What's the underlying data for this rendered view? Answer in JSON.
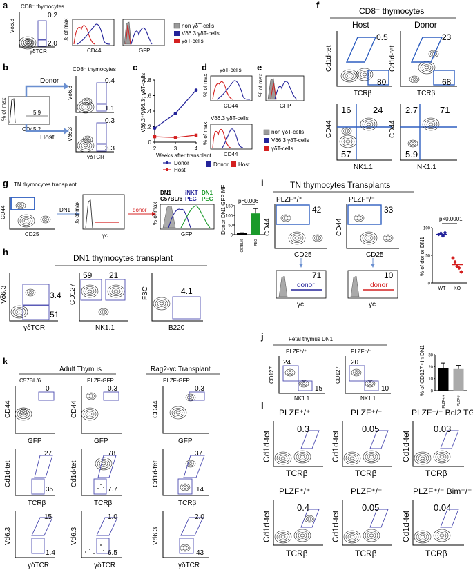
{
  "panels": {
    "a": {
      "letter": "a",
      "plot_title": "CD8⁻ thymocytes",
      "ylabel": "Vδ6.3",
      "xlabel": "γδTCR",
      "gate_values": [
        "0.2",
        "2.0"
      ],
      "hist_ylabel": "% of max",
      "hist_x": [
        "CD44",
        "GFP"
      ],
      "legend": [
        "non γδT-cells",
        "Vδ6.3 γδT-cells",
        "γδT-cells"
      ]
    },
    "b": {
      "letter": "b",
      "title": "CD8⁻ thymocytes",
      "donor": "Donor",
      "host": "Host",
      "hist_ylabel": "% of max",
      "hist_xlabel": "CD45.2",
      "hist_gate": "5.9",
      "ylabel": "Vδ6.3",
      "xlabel": "γδTCR",
      "donor_values": [
        "0.4",
        "1.1"
      ],
      "host_values": [
        "0.3",
        "3.3"
      ]
    },
    "c": {
      "letter": "c",
      "ylabel": "Vδ6.3⁺/Vδ6.3⁻ γδT-cells",
      "xlabel": "Weeks after transplant",
      "legend": [
        "Donor",
        "Host"
      ]
    },
    "d": {
      "letter": "d",
      "title_top": "γδT-cells",
      "title_bottom": "Vδ6.3 γδT-cells",
      "ylabel": "% of max",
      "xlabel": "CD44",
      "legend": [
        "Donor",
        "Host"
      ]
    },
    "e": {
      "letter": "e",
      "ylabel": "% of max",
      "xlabel": "GFP",
      "legend": [
        "non γδT-cells",
        "Vδ6.3 γδT-cells",
        "γδT-cells"
      ]
    },
    "f": {
      "letter": "f",
      "title": "CD8⁻ thymocytes",
      "cols": [
        "Host",
        "Donor"
      ],
      "top_y": "Cd1d-tet",
      "top_x": "TCRβ",
      "bottom_y": "CD44",
      "bottom_x": "NK1.1",
      "host_top": [
        "0.5",
        "80"
      ],
      "donor_top": [
        "23",
        "68"
      ],
      "host_quad": [
        "16",
        "24",
        "57"
      ],
      "donor_quad": [
        "2.7",
        "71",
        "5.9"
      ]
    },
    "g": {
      "letter": "g",
      "title": "TN thymocytes transplant",
      "ylabel": "CD44",
      "xlabel": "CD25",
      "dn1": "DN1",
      "hist_ylabel": "% of max",
      "hist_xlabel": "γc",
      "donor": "donor",
      "hist2_labels": [
        "DN1",
        "C57BL/6",
        "iNKT",
        "PEG",
        "DN1",
        "PEG"
      ],
      "hist2_xlabel": "GFP",
      "bar_ylabel": "Donor DN1 GFP MFI",
      "bar_pvalue": "p=0.006"
    },
    "h": {
      "letter": "h",
      "title": "DN1 thymocytes transplant",
      "p1": {
        "y": "Vδ6.3",
        "x": "γδTCR",
        "vals": [
          "3.4",
          "51"
        ]
      },
      "p2": {
        "y": "CD127",
        "x": "NK1.1",
        "vals": [
          "59",
          "21"
        ]
      },
      "p3": {
        "y": "FSC",
        "x": "B220",
        "vals": [
          "4.1"
        ]
      }
    },
    "i": {
      "letter": "i",
      "title": "TN thymocytes Transplants",
      "cols": [
        "PLZF⁺/⁺",
        "PLZF⁻/⁻"
      ],
      "ylabel": "CD44",
      "xlabel": "CD25",
      "vals": [
        "42",
        "33"
      ],
      "hist_vals": [
        "71",
        "10"
      ],
      "hist_xlabel": "γc",
      "donor": "donor",
      "bar_ylabel": "% of donor DN1",
      "pvalue": "p<0.0001"
    },
    "j": {
      "letter": "j",
      "title": "Fetal thymus DN1",
      "cols": [
        "PLZF⁺/⁺",
        "PLZF⁻/⁻"
      ],
      "ylabel": "CD127",
      "xlabel": "NK1.1",
      "vals_wt": [
        "24",
        "15"
      ],
      "vals_ko": [
        "20",
        "10"
      ],
      "bar_ylabel": "% of CD127ʰᶦ in DN1"
    },
    "k": {
      "letter": "k",
      "group1": "Adult Thymus",
      "group2": "Rag2-γc Transplant",
      "cols": [
        "C57BL/6",
        "PLZF-GFP",
        "PLZF-GFP"
      ],
      "row1": {
        "y": "CD44",
        "x": "GFP",
        "vals": [
          "0",
          "0.3",
          "0.3"
        ]
      },
      "row2": {
        "y": "Cd1d-tet",
        "x": "TCRβ",
        "vals": [
          [
            "27",
            "35"
          ],
          [
            "78",
            "7.7"
          ],
          [
            "37",
            "14"
          ]
        ]
      },
      "row3": {
        "y": "Vd6.3",
        "x": "γδTCR",
        "vals": [
          [
            "15",
            "1.4"
          ],
          [
            "1.0",
            "6.5"
          ],
          [
            "2.0",
            "43"
          ]
        ]
      }
    },
    "l": {
      "letter": "l",
      "top_titles": [
        "PLZF⁺/⁺",
        "PLZF⁺/⁻",
        "PLZF⁺/⁻ Bcl2 TG"
      ],
      "top_vals": [
        "0.3",
        "0.05",
        "0.03"
      ],
      "bottom_titles": [
        "PLZF⁺/⁺",
        "PLZF⁺/⁻",
        "PLZF⁺/⁻ Bim⁻/⁻"
      ],
      "bottom_vals": [
        "0.4",
        "0.05",
        "0.04"
      ],
      "ylabel": "Cd1d-tet",
      "xlabel": "TCRβ"
    }
  },
  "colors": {
    "blue": "#23239a",
    "red": "#d42020",
    "green": "#1a9a2a",
    "grey": "#9a9a9a",
    "gate": "#4a4ab0"
  },
  "chart_data": [
    {
      "type": "line",
      "xlabel": "Weeks after transplant",
      "ylabel": "Vδ6.3⁺/Vδ6.3⁻ γδT-cells",
      "x": [
        2,
        3,
        4
      ],
      "xlim": [
        2,
        4
      ],
      "ylim": [
        0,
        0.8
      ],
      "yticks": [
        0,
        0.2,
        0.4,
        0.6,
        0.8
      ],
      "series": [
        {
          "name": "Donor",
          "values": [
            0.18,
            0.37,
            0.67
          ]
        },
        {
          "name": "Host",
          "values": [
            0.07,
            0.06,
            0.09
          ]
        }
      ]
    },
    {
      "type": "bar",
      "ylabel": "Donor DN1 GFP MFI",
      "categories": [
        "C57BL/6",
        "PEG"
      ],
      "values": [
        8,
        110
      ],
      "errors": [
        2,
        25
      ],
      "ylim": [
        0,
        150
      ],
      "yticks": [
        0,
        50,
        100,
        150
      ],
      "annotation": "p=0.006"
    },
    {
      "type": "scatter",
      "ylabel": "% of donor DN1",
      "categories": [
        "WT",
        "KO"
      ],
      "points": [
        [
          88,
          90,
          85,
          91
        ],
        [
          45,
          38,
          30,
          27,
          20
        ]
      ],
      "means": [
        88,
        33
      ],
      "ylim": [
        0,
        100
      ],
      "yticks": [
        0,
        50,
        100
      ],
      "annotation": "p<0.0001"
    },
    {
      "type": "bar",
      "ylabel": "% of CD127ʰᶦ in DN1",
      "categories": [
        "PLZF+/+",
        "PLZF-/-"
      ],
      "values": [
        19,
        18
      ],
      "errors": [
        4,
        3
      ],
      "ylim": [
        0,
        30
      ],
      "yticks": [
        0,
        10,
        20,
        30
      ]
    }
  ]
}
